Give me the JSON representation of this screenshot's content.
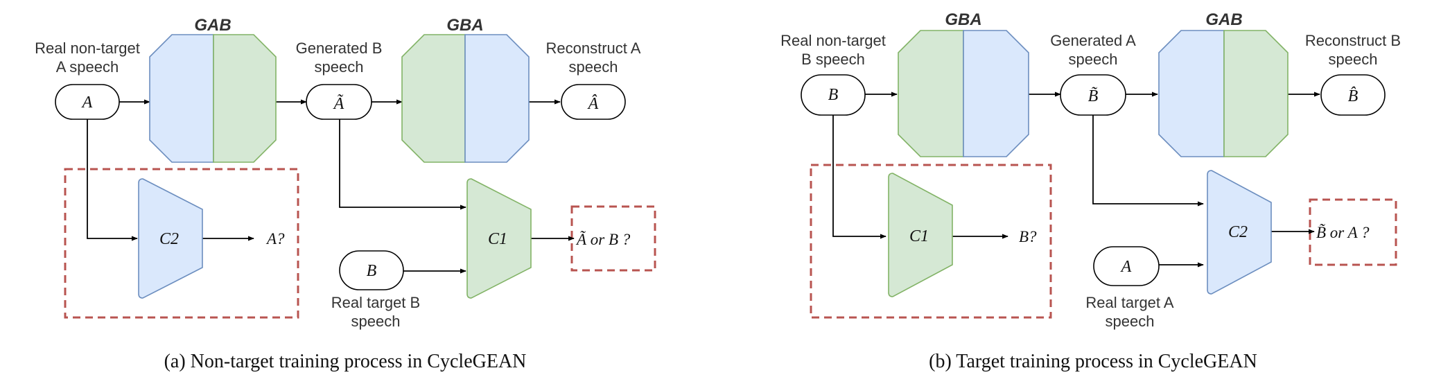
{
  "colors": {
    "blue_fill": "#dae8fc",
    "blue_stroke": "#6c8ebf",
    "green_fill": "#d5e8d4",
    "green_stroke": "#82b366",
    "dash": "#b85450"
  },
  "panel_a": {
    "gen1_title": "GAB",
    "gen2_title": "GBA",
    "input_label_1": "Real non-target",
    "input_label_2": "A speech",
    "input_node": "A",
    "mid_label_1": "Generated B",
    "mid_label_2": "speech",
    "mid_node": "Ã",
    "out_label_1": "Reconstruct A",
    "out_label_2": "speech",
    "out_node": "Â",
    "disc_inner": "C2",
    "disc_inner_out": "A?",
    "disc_outer": "C1",
    "disc_outer_out": "Ã or B ?",
    "target_node": "B",
    "target_label_1": "Real target B",
    "target_label_2": "speech",
    "caption": "(a)  Non-target training process in CycleGEAN"
  },
  "panel_b": {
    "gen1_title": "GBA",
    "gen2_title": "GAB",
    "input_label_1": "Real non-target",
    "input_label_2": "B speech",
    "input_node": "B",
    "mid_label_1": "Generated A",
    "mid_label_2": "speech",
    "mid_node": "B̃",
    "out_label_1": "Reconstruct B",
    "out_label_2": "speech",
    "out_node": "B̂",
    "disc_inner": "C1",
    "disc_inner_out": "B?",
    "disc_outer": "C2",
    "disc_outer_out": "B̃ or A ?",
    "target_node": "A",
    "target_label_1": "Real target A",
    "target_label_2": "speech",
    "caption": "(b)  Target training process in CycleGEAN"
  }
}
